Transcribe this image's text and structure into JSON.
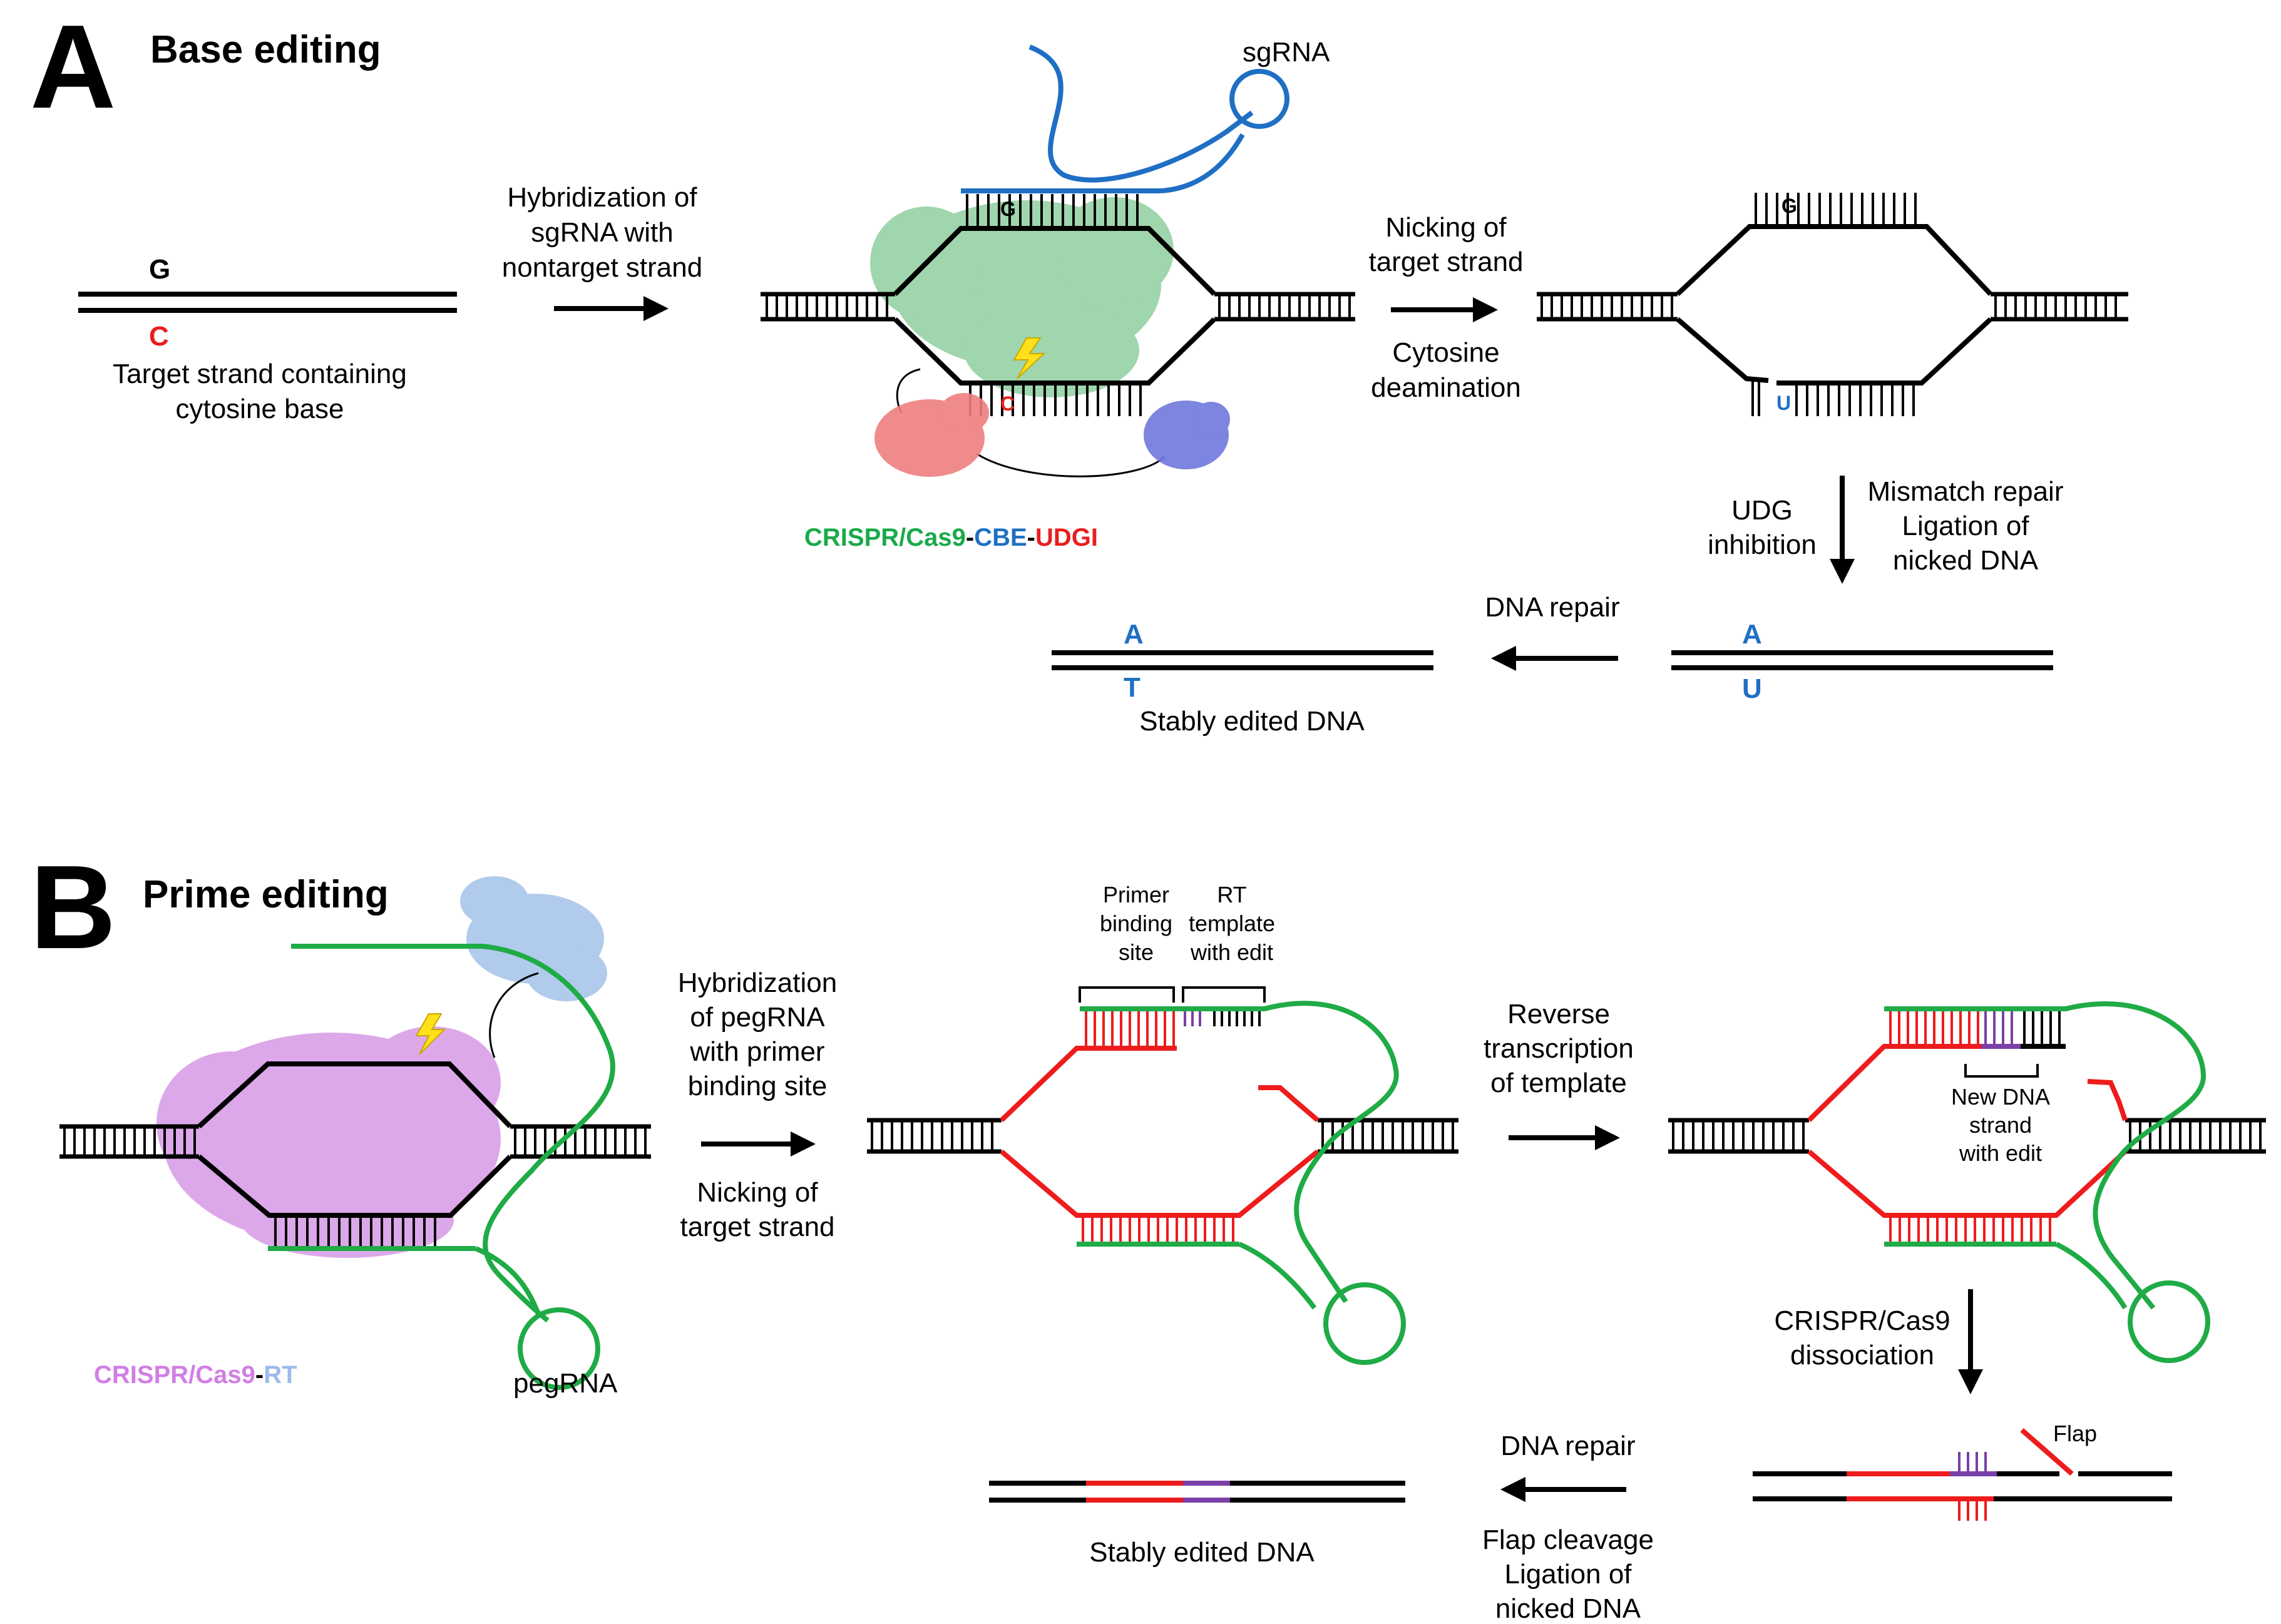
{
  "panel_a": {
    "letter": "A",
    "title": "Base editing",
    "sgrna_label": "sgRNA",
    "base_g": "G",
    "base_c": "C",
    "target_caption_1": "Target strand containing",
    "target_caption_2": "cytosine base",
    "step1_1": "Hybridization of",
    "step1_2": "sgRNA with",
    "step1_3": "nontarget strand",
    "step2_top_1": "Nicking of",
    "step2_top_2": "target strand",
    "step2_bot_1": "Cytosine",
    "step2_bot_2": "deamination",
    "base_u": "U",
    "base_a": "A",
    "base_t": "T",
    "udg_1": "UDG",
    "udg_2": "inhibition",
    "mm_1": "Mismatch repair",
    "mm_2": "Ligation of",
    "mm_3": "nicked DNA",
    "dna_repair": "DNA repair",
    "stable_caption": "Stably edited DNA",
    "complex_part1": "CRISPR/Cas9",
    "complex_sep1": "-",
    "complex_part2": "CBE",
    "complex_sep2": "-",
    "complex_part3": "UDGI"
  },
  "panel_b": {
    "letter": "B",
    "title": "Prime editing",
    "pegrna_label": "pegRNA",
    "complex_part1": "CRISPR/Cas9",
    "complex_sep": "-",
    "complex_part2": "RT",
    "step1_1": "Hybridization",
    "step1_2": "of pegRNA",
    "step1_3": "with primer",
    "step1_4": "binding site",
    "step1_5": "Nicking of",
    "step1_6": "target strand",
    "pbs_1": "Primer",
    "pbs_2": "binding",
    "pbs_3": "site",
    "rt_1": "RT",
    "rt_2": "template",
    "rt_3": "with edit",
    "step2_1": "Reverse",
    "step2_2": "transcription",
    "step2_3": "of template",
    "new_1": "New DNA",
    "new_2": "strand",
    "new_3": "with edit",
    "diss_1": "CRISPR/Cas9",
    "diss_2": "dissociation",
    "flap": "Flap",
    "dna_repair": "DNA repair",
    "fc_1": "Flap cleavage",
    "fc_2": "Ligation of",
    "fc_3": "nicked DNA",
    "stable_caption": "Stably edited DNA"
  },
  "colors": {
    "dna": "#000000",
    "sgrna": "#1f6fc4",
    "cas9_green": "#8fcf9f",
    "cas9_label": "#1aaa4a",
    "cbe_blue": "#6f78dd",
    "udgi_red": "#ef7f7f",
    "cas9_pink": "#d79ae6",
    "rt_blue": "#a9c6ea",
    "pegrna": "#1fab45",
    "red_strand": "#ee1c1c",
    "edit_purple": "#7b3fa8",
    "uracil_blue": "#1f6fc4",
    "lightning": "#ffe01a"
  },
  "icons": [
    "arrow-right-icon",
    "arrow-down-icon",
    "arrow-left-icon",
    "lightning-icon"
  ]
}
